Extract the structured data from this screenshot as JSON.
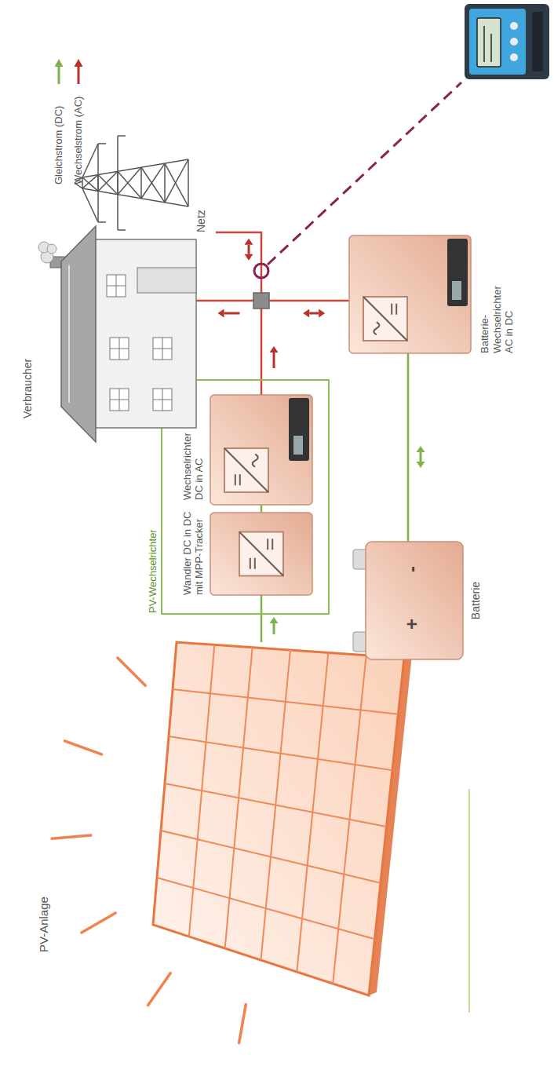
{
  "diagram": {
    "nodes": [
      {
        "text": [
          "PV-Anlage"
        ]
      },
      {
        "text": [
          "PV-Wechselrichter"
        ]
      },
      {
        "text": [
          "Wandler DC in DC mit MPP-Tracker"
        ],
        "in": 1
      },
      {
        "text": [
          "Wechselrichter DC in AC"
        ],
        "in": 1
      },
      {
        "text": [
          "Batterie"
        ]
      },
      {
        "text": [
          "Verbraucher"
        ]
      },
      {
        "text": [
          "Batterie-Wechselrichter AC in DC"
        ]
      },
      {
        "text": [
          "Netz"
        ]
      }
    ],
    "edges": [
      {
        "from": 0,
        "to": 2,
        "arrow": "to"
      },
      {
        "from": 2,
        "to": 3,
        "arrow": "none"
      },
      {
        "from": 3,
        "to": 5,
        "arrow": "to"
      },
      {
        "from": 7,
        "to": 6,
        "arrow": "both"
      },
      {
        "from": 4,
        "to": 6,
        "arrow": "both"
      }
    ],
    "labels": [
      "+",
      "-"
    ],
    "legend": [
      {
        "text": "Gleichstrom (DC)"
      },
      {
        "text": "Wechselstrom (AC)"
      }
    ]
  }
}
